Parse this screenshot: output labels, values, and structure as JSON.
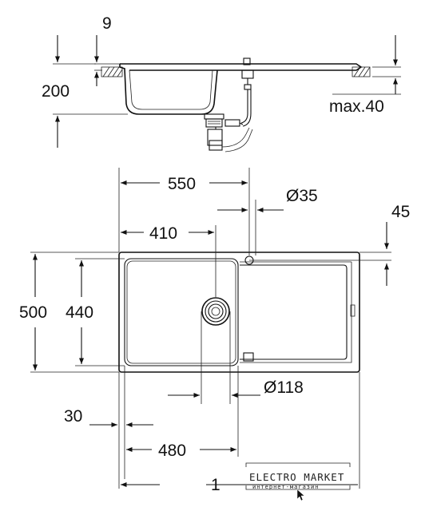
{
  "side_view": {
    "dim_rim": "9",
    "dim_depth": "200",
    "dim_countertop": "max.40"
  },
  "top_view": {
    "dim_length": "550",
    "dim_tap_hole": "Ø35",
    "dim_edge": "45",
    "dim_bowl_offset": "410",
    "dim_width": "500",
    "dim_bowl_width": "440",
    "dim_drain": "Ø118",
    "dim_margin": "30",
    "dim_cutout": "480",
    "dim_total": "1"
  },
  "watermark": {
    "name": "ELECTRO MARKET",
    "tagline": "интернет-магазин"
  }
}
